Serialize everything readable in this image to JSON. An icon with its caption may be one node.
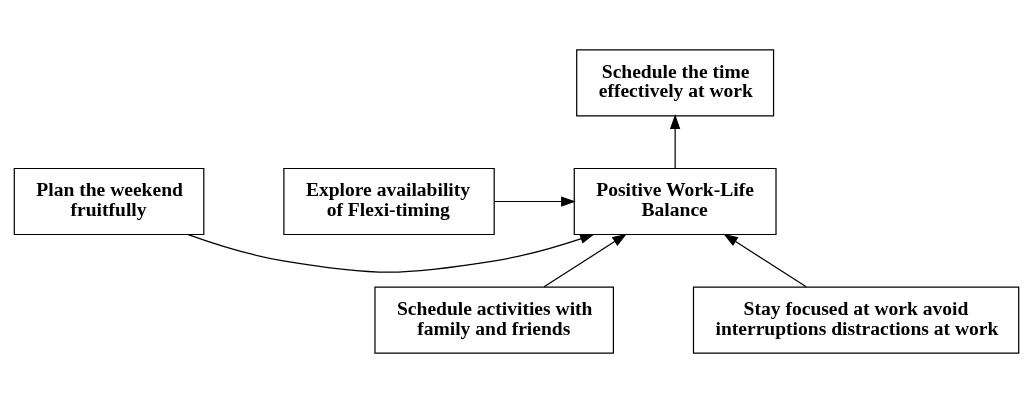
{
  "diagram": {
    "nodes": [
      {
        "text": [
          "Schedule the time effectively at work"
        ]
      },
      {
        "text": [
          "Plan the weekend fruitfully"
        ]
      },
      {
        "text": [
          "Positive Work-Life Balance"
        ]
      },
      {
        "text": [
          "Explore availability of Flexi-timing"
        ]
      },
      {
        "text": [
          "Schedule activities with family and friends"
        ]
      },
      {
        "text": [
          "Stay focused at work avoid interruptions distractions at work"
        ]
      }
    ],
    "edges": [
      {
        "from": 2,
        "to": 0,
        "arrow": "to"
      },
      {
        "from": 1,
        "to": 2,
        "arrow": "to"
      },
      {
        "from": 3,
        "to": 2,
        "arrow": "to"
      },
      {
        "from": 4,
        "to": 2,
        "arrow": "to"
      },
      {
        "from": 5,
        "to": 2,
        "arrow": "to"
      }
    ]
  }
}
